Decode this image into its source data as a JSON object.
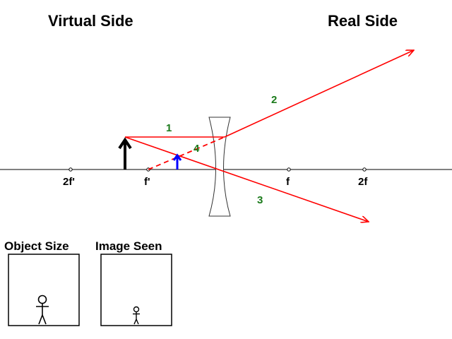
{
  "headers": {
    "virtual_side": "Virtual Side",
    "real_side": "Real Side"
  },
  "axis_labels": {
    "two_f_prime": "2f'",
    "f_prime": "f'",
    "f": "f",
    "two_f": "2f"
  },
  "rays": {
    "ray_1": "1",
    "ray_2": "2",
    "ray_3": "3",
    "ray_4": "4"
  },
  "panels": {
    "object_size": "Object Size",
    "image_seen": "Image Seen"
  },
  "colors": {
    "ray": "#ff0000",
    "ray_label": "#1a7a1a",
    "object_arrow": "#000000",
    "image_arrow": "#0000ff",
    "lens_outline": "#333333"
  },
  "lens": {
    "type": "concave"
  },
  "icons": {
    "object": "arrow-up-icon",
    "image": "arrow-up-icon",
    "figure": "stick-figure-icon"
  }
}
